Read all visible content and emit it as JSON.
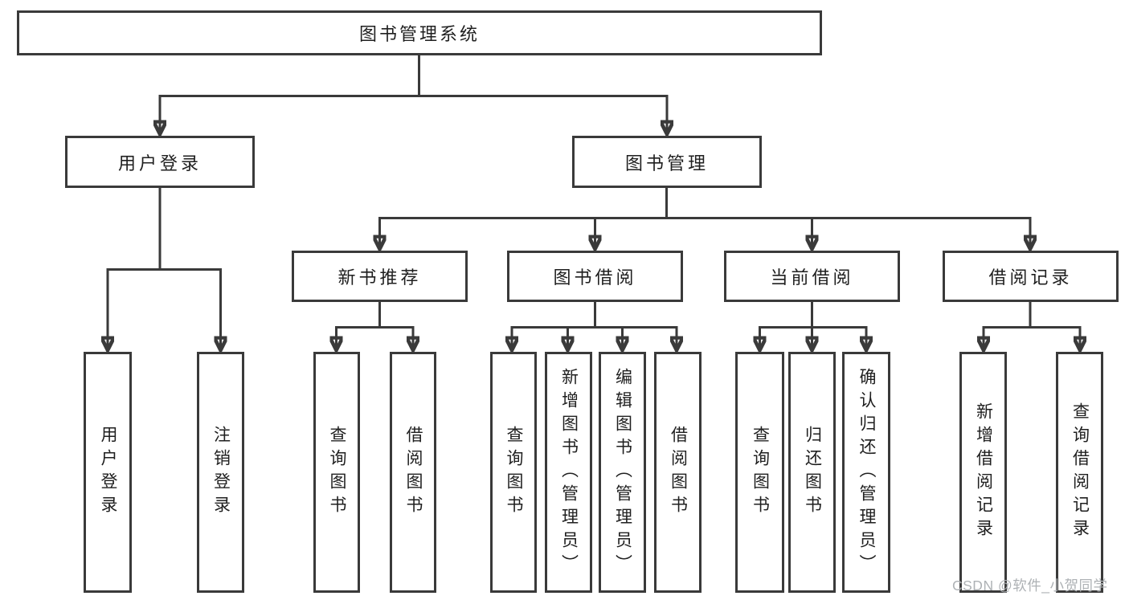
{
  "diagram_type": "hierarchy-tree",
  "tree": {
    "label": "图书管理系统",
    "children": [
      {
        "label": "用户登录",
        "children": [
          {
            "label": "用户登录"
          },
          {
            "label": "注销登录"
          }
        ]
      },
      {
        "label": "图书管理",
        "children": [
          {
            "label": "新书推荐",
            "children": [
              {
                "label": "查询图书"
              },
              {
                "label": "借阅图书"
              }
            ]
          },
          {
            "label": "图书借阅",
            "children": [
              {
                "label": "查询图书"
              },
              {
                "label": "新增图书（管理员）"
              },
              {
                "label": "编辑图书（管理员）"
              },
              {
                "label": "借阅图书"
              }
            ]
          },
          {
            "label": "当前借阅",
            "children": [
              {
                "label": "查询图书"
              },
              {
                "label": "归还图书"
              },
              {
                "label": "确认归还（管理员）"
              }
            ]
          },
          {
            "label": "借阅记录",
            "children": [
              {
                "label": "新增借阅记录"
              },
              {
                "label": "查询借阅记录"
              }
            ]
          }
        ]
      }
    ]
  },
  "watermark": {
    "text": "CSDN @软件_小贺同学"
  },
  "colors": {
    "line": "#3a3a3a",
    "box_border": "#3a3a3a",
    "box_fill": "#ffffff",
    "text": "#1f1f1f",
    "watermark": "#aeb2b5",
    "background": "#ffffff"
  }
}
